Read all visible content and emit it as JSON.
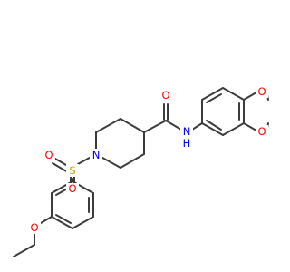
{
  "diagram": {
    "type": "chemical-structure",
    "atom_labels": {
      "o_carbonyl": "O",
      "nh": "H",
      "n_amide": "N",
      "o_dioxane_top": "O",
      "o_dioxane_bottom": "O",
      "n_piperidine": "N",
      "s_sulfonyl": "S",
      "o_sulfonyl_left": "O",
      "o_sulfonyl_bottom": "O",
      "o_ether": "O"
    },
    "colors": {
      "bond": "#3c3c3c",
      "oxygen": "#ff0000",
      "nitrogen": "#0000ff",
      "sulfur": "#c8a000",
      "background": "#ffffff"
    }
  }
}
